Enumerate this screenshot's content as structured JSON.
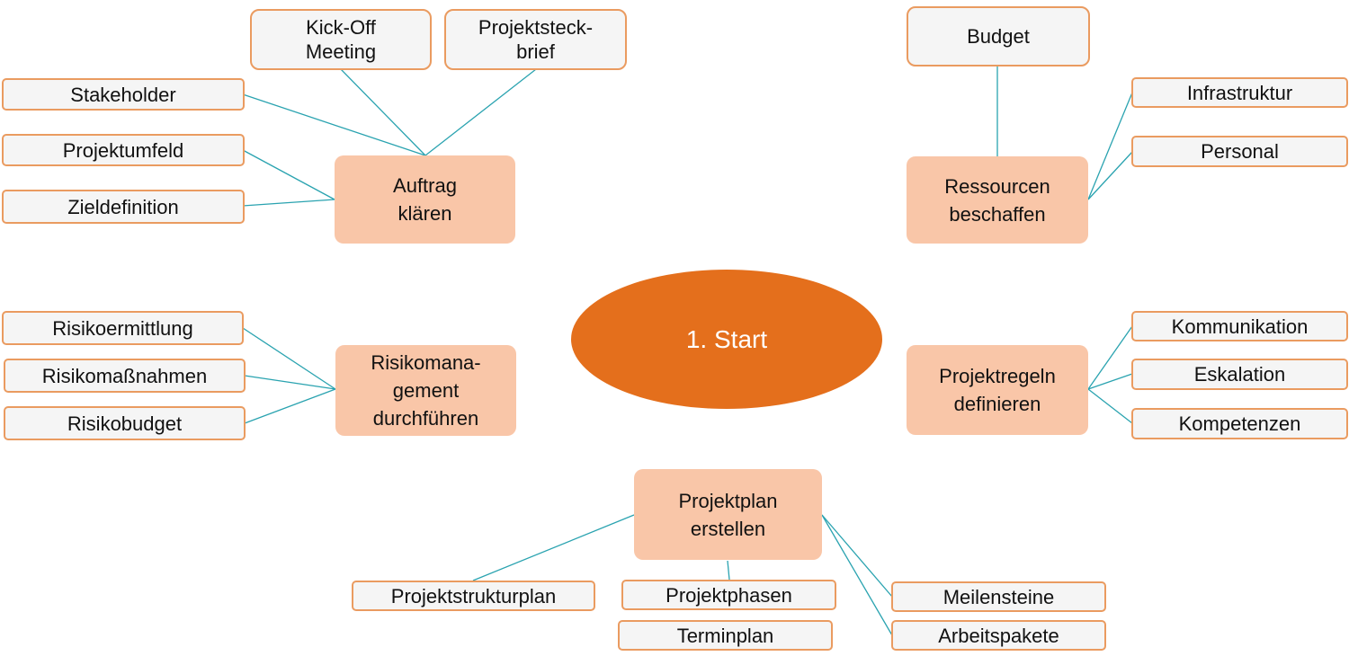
{
  "center": {
    "label": "1. Start"
  },
  "hubs": {
    "auftrag": {
      "label": "Auftrag\nklären"
    },
    "ressourcen": {
      "label": "Ressourcen\nbeschaffen"
    },
    "risiko": {
      "label": "Risikomana-\ngement\ndurchführen"
    },
    "regeln": {
      "label": "Projektregeln\ndefinieren"
    },
    "plan": {
      "label": "Projektplan\nerstellen"
    }
  },
  "leaves": {
    "auftrag": [
      "Kick-Off\nMeeting",
      "Projektsteck-\nbrief",
      "Stakeholder",
      "Projektumfeld",
      "Zieldefinition"
    ],
    "ressourcen": [
      "Budget",
      "Infrastruktur",
      "Personal"
    ],
    "risiko": [
      "Risikoermittlung",
      "Risikomaßnahmen",
      "Risikobudget"
    ],
    "regeln": [
      "Kommunikation",
      "Eskalation",
      "Kompetenzen"
    ],
    "plan": [
      "Projektstrukturplan",
      "Projektphasen",
      "Terminplan",
      "Meilensteine",
      "Arbeitspakete"
    ]
  },
  "colors": {
    "center": "#e46f1c",
    "hub": "#f9c6a8",
    "leaf_border": "#ea9b60",
    "connector": "#2aa3b0"
  }
}
